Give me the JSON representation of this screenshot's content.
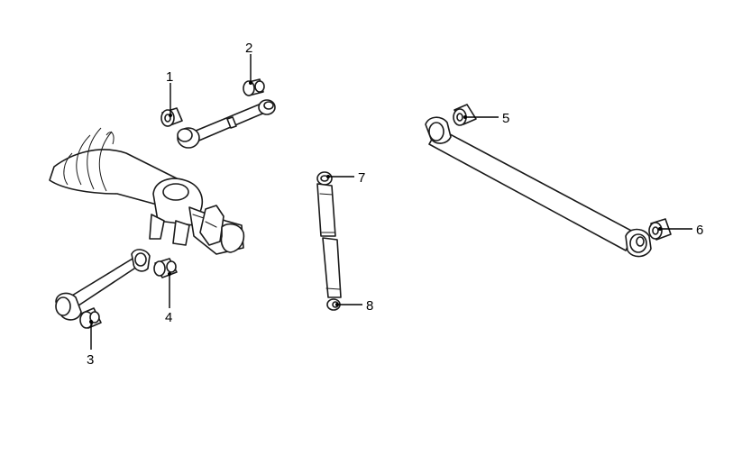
{
  "callouts": [
    {
      "id": "1",
      "text": "1"
    },
    {
      "id": "2",
      "text": "2"
    },
    {
      "id": "3",
      "text": "3"
    },
    {
      "id": "4",
      "text": "4"
    },
    {
      "id": "5",
      "text": "5"
    },
    {
      "id": "6",
      "text": "6"
    },
    {
      "id": "7",
      "text": "7"
    },
    {
      "id": "8",
      "text": "8"
    }
  ],
  "colors": {
    "line": "#1a1a1a",
    "background": "#ffffff"
  }
}
